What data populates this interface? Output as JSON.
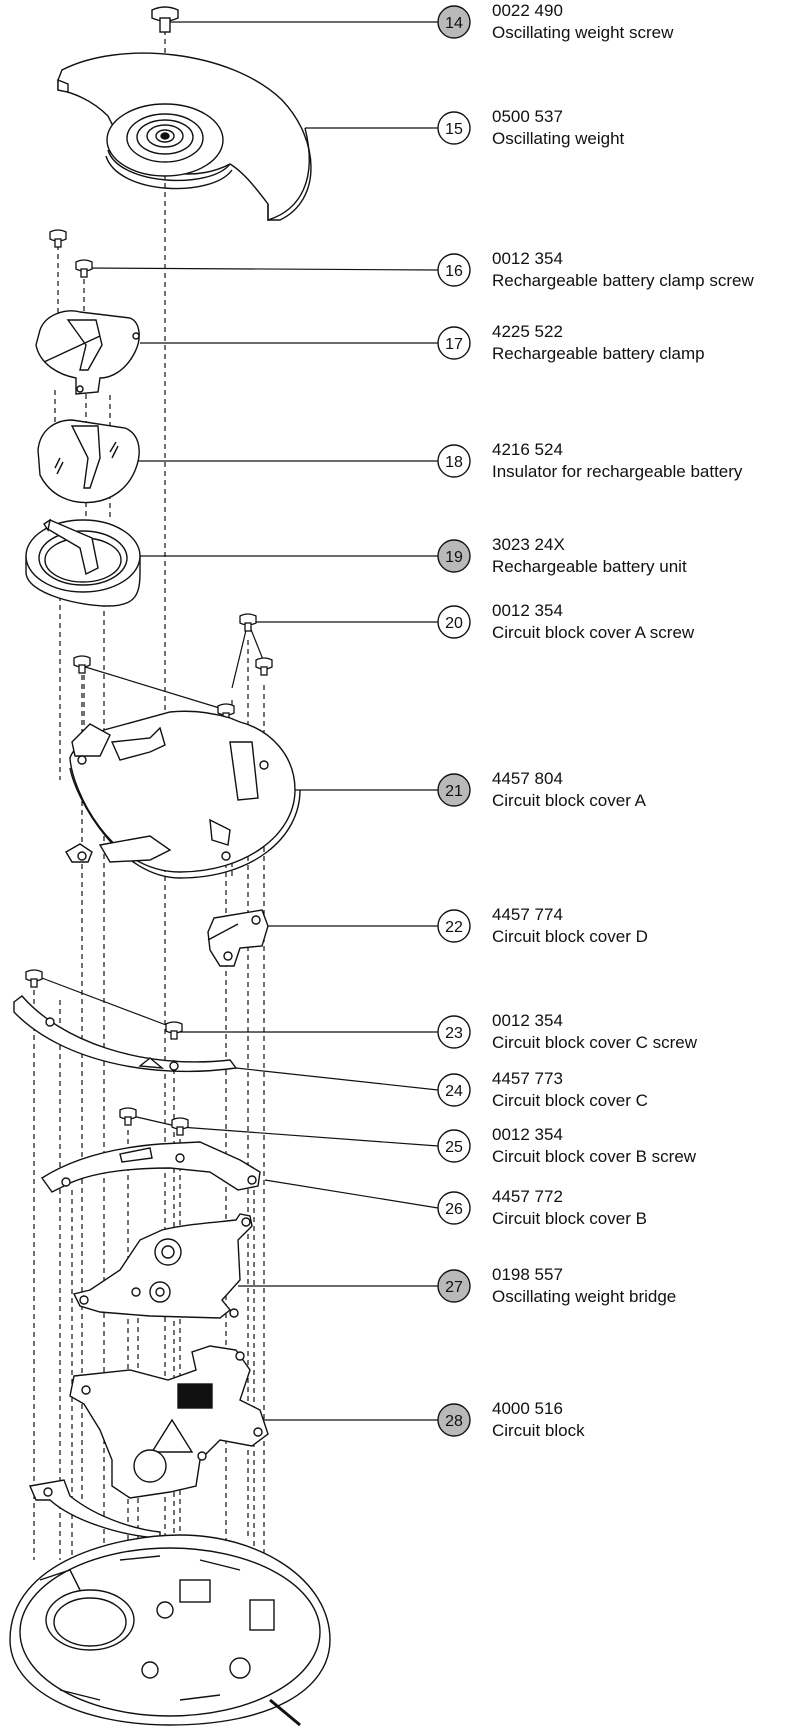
{
  "parts": [
    {
      "num": "14",
      "part_number": "0022 490",
      "description": "Oscillating weight screw",
      "highlight": true
    },
    {
      "num": "15",
      "part_number": "0500 537",
      "description": "Oscillating weight",
      "highlight": false
    },
    {
      "num": "16",
      "part_number": "0012 354",
      "description": "Rechargeable battery clamp screw",
      "highlight": false
    },
    {
      "num": "17",
      "part_number": "4225 522",
      "description": "Rechargeable battery clamp",
      "highlight": false
    },
    {
      "num": "18",
      "part_number": "4216 524",
      "description": "Insulator for rechargeable battery",
      "highlight": false
    },
    {
      "num": "19",
      "part_number": "3023 24X",
      "description": "Rechargeable battery unit",
      "highlight": true
    },
    {
      "num": "20",
      "part_number": "0012 354",
      "description": "Circuit block cover A screw",
      "highlight": false
    },
    {
      "num": "21",
      "part_number": "4457 804",
      "description": "Circuit block cover A",
      "highlight": true
    },
    {
      "num": "22",
      "part_number": "4457 774",
      "description": "Circuit block cover D",
      "highlight": false
    },
    {
      "num": "23",
      "part_number": "0012 354",
      "description": "Circuit block cover C screw",
      "highlight": false
    },
    {
      "num": "24",
      "part_number": "4457 773",
      "description": "Circuit block cover C",
      "highlight": false
    },
    {
      "num": "25",
      "part_number": "0012 354",
      "description": "Circuit block cover B screw",
      "highlight": false
    },
    {
      "num": "26",
      "part_number": "4457 772",
      "description": "Circuit block cover B",
      "highlight": false
    },
    {
      "num": "27",
      "part_number": "0198 557",
      "description": "Oscillating weight bridge",
      "highlight": true
    },
    {
      "num": "28",
      "part_number": "4000 516",
      "description": "Circuit block",
      "highlight": true
    }
  ],
  "colors": {
    "line": "#111111",
    "highlight_fill": "#b9b9b9",
    "plain_fill": "#ffffff"
  }
}
